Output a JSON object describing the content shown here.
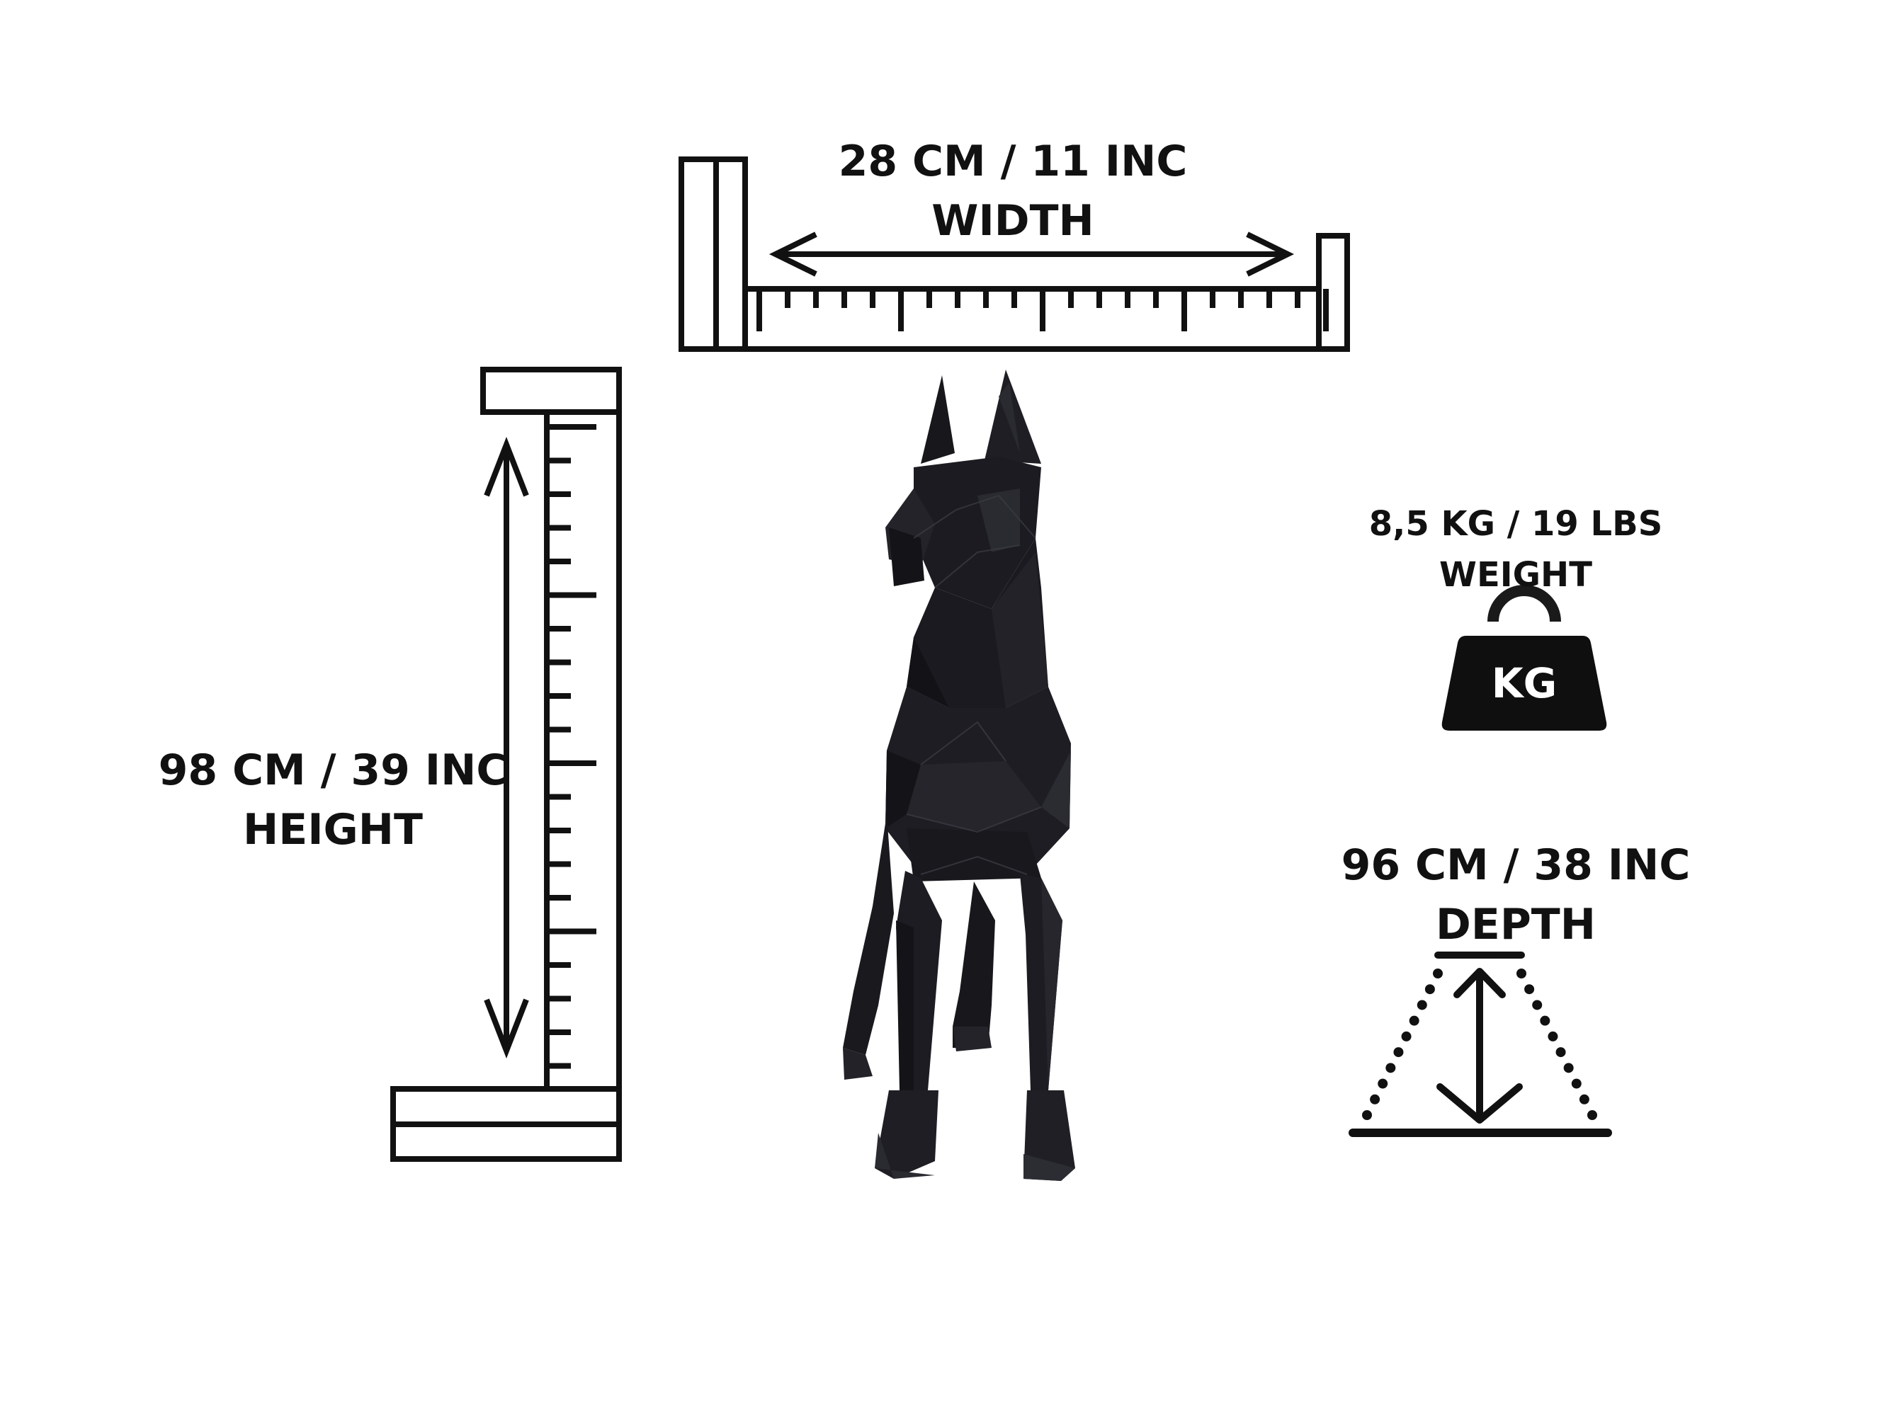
{
  "width": {
    "value": "28 CM /  11 INC",
    "name": "WIDTH"
  },
  "height": {
    "value": "98 CM / 39 INC",
    "name": "HEIGHT"
  },
  "weight": {
    "value": "8,5 KG / 19 LBS",
    "name": "WEIGHT",
    "badge": "KG"
  },
  "depth": {
    "value": "96 CM / 38 INC",
    "name": "DEPTH"
  },
  "icons": {
    "width": "horizontal-ruler-icon",
    "height": "vertical-ruler-icon",
    "weight": "kettlebell-weight-icon",
    "depth": "depth-arrow-icon",
    "product": "low-poly-doberman-sculpture"
  },
  "colors": {
    "ink": "#111111",
    "product": "#1c1c22",
    "background": "#ffffff"
  }
}
